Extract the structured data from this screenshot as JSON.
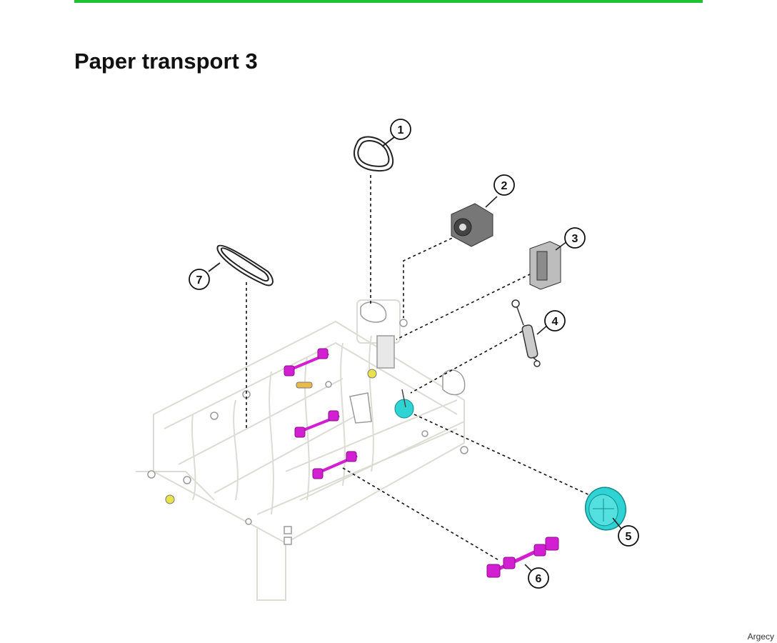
{
  "page": {
    "title": "Paper transport 3",
    "footer_brand": "Argecy"
  },
  "colors": {
    "accent_rule": "#1fc232",
    "magenta_part": "#d21fd2",
    "cyan_part": "#2fd3d3",
    "yellow_part": "#e9e24a",
    "line": "#111111"
  },
  "callouts": [
    {
      "id": 1,
      "label": "1",
      "part": "belt"
    },
    {
      "id": 2,
      "label": "2",
      "part": "gear-housing"
    },
    {
      "id": 3,
      "label": "3",
      "part": "sensor-bracket"
    },
    {
      "id": 4,
      "label": "4",
      "part": "spring"
    },
    {
      "id": 5,
      "label": "5",
      "part": "cyan-gear"
    },
    {
      "id": 6,
      "label": "6",
      "part": "roller-shaft"
    },
    {
      "id": 7,
      "label": "7",
      "part": "long-belt"
    }
  ]
}
